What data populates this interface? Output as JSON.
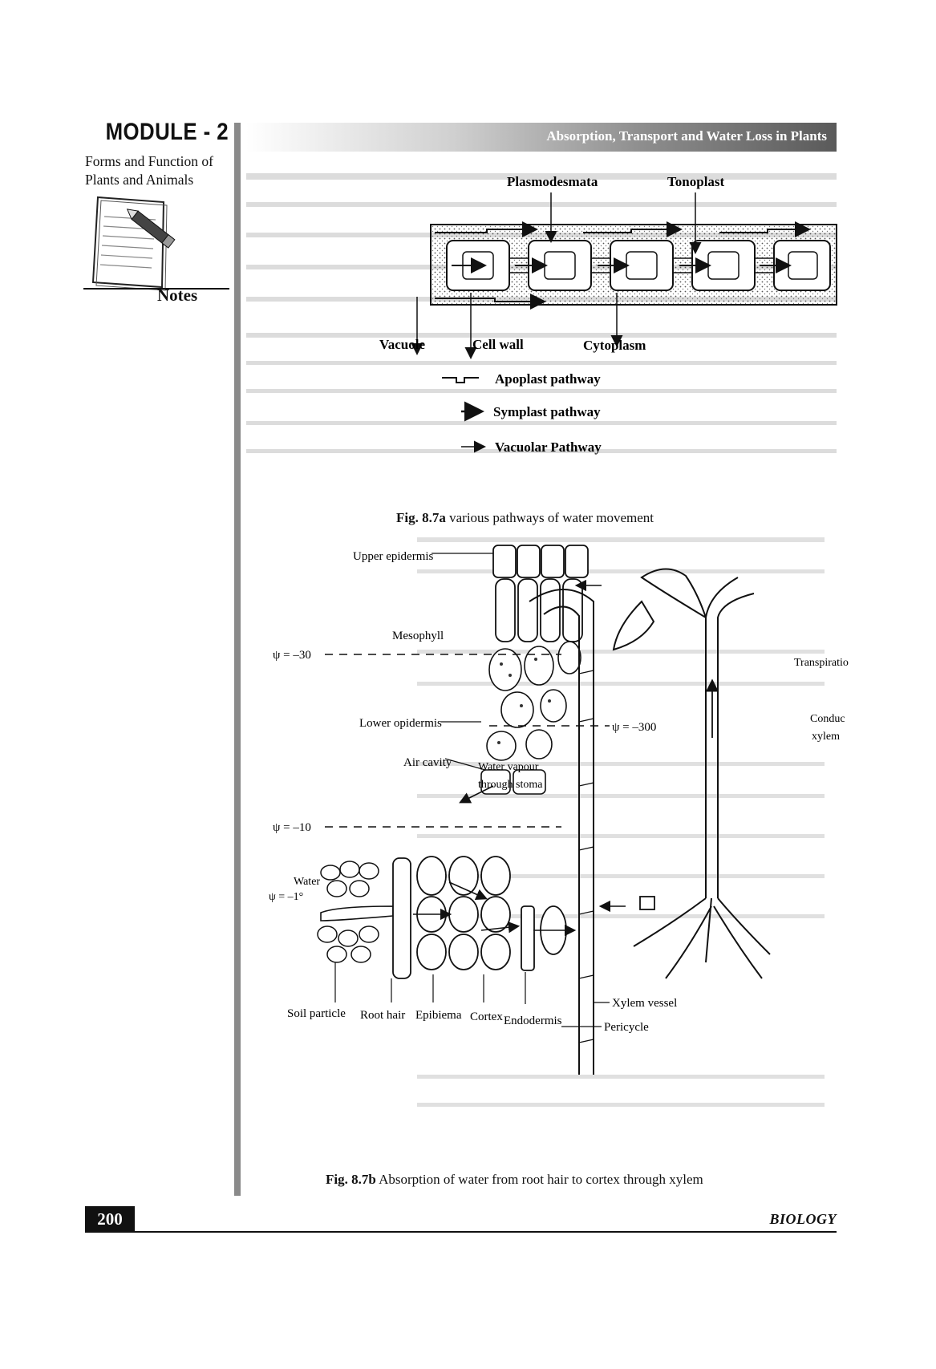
{
  "sidebar": {
    "module_title": "MODULE - 2",
    "module_subtitle": "Forms and Function of Plants and Animals",
    "notes_label": "Notes",
    "notes_icon": "notes-pencil-icon"
  },
  "header": {
    "title": "Absorption, Transport and Water Loss in Plants"
  },
  "figure_a": {
    "labels": {
      "plasmodesmata": "Plasmodesmata",
      "tonoplast": "Tonoplast",
      "vacuole": "Vacuole",
      "cell_wall": "Cell wall",
      "cytoplasm": "Cytoplasm"
    },
    "legend": {
      "apoplast": "Apoplast pathway",
      "symplast": "Symplast pathway",
      "vacuolar": "Vacuolar Pathway"
    },
    "caption_num": "Fig. 8.7a",
    "caption_text": "various pathways of water movement"
  },
  "figure_b": {
    "labels": {
      "upper_epidermis": "Upper epidermis",
      "mesophyll": "Mesophyll",
      "psi_30": "ψ = –30",
      "lower_epidermis": "Lower opidermis",
      "air_cavity": "Air cavity",
      "water_vapour": "Water vapour",
      "through_stoma": "through stoma",
      "psi_300": "ψ = –300",
      "psi_10": "ψ = –10",
      "water": "Water",
      "psi_1": "ψ = –1°",
      "transpiration": "Transpiratio",
      "conduc": "Conduc",
      "xylem_frag": "xylem",
      "xylem_vessel": "Xylem vessel",
      "pericycle": "Pericycle",
      "soil_particle": "Soil particle",
      "root_hair": "Root hair",
      "epibiema": "Epibiema",
      "cortex": "Cortex",
      "endodermis": "Endodermis"
    },
    "caption_num": "Fig. 8.7b",
    "caption_text": "Absorption of water from root hair to cortex through xylem"
  },
  "footer": {
    "page_number": "200",
    "subject": "BIOLOGY"
  }
}
